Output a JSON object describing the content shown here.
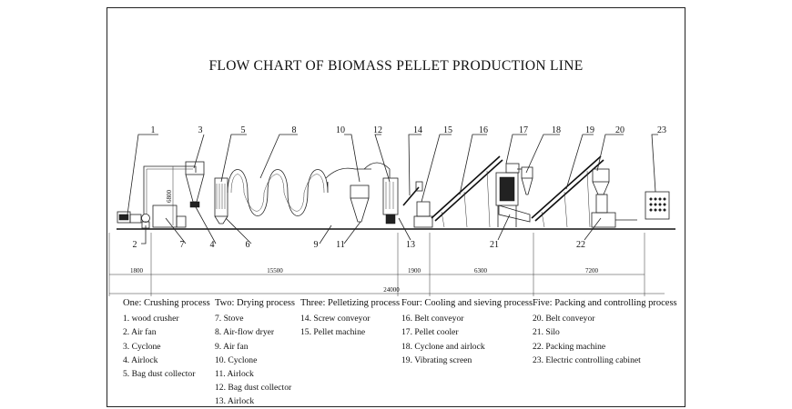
{
  "title": "FLOW CHART OF BIOMASS PELLET PRODUCTION LINE",
  "callouts": [
    "1",
    "2",
    "3",
    "4",
    "5",
    "6",
    "7",
    "8",
    "9",
    "10",
    "11",
    "12",
    "13",
    "14",
    "15",
    "16",
    "17",
    "18",
    "19",
    "20",
    "21",
    "22",
    "23"
  ],
  "height_dim": "6800",
  "dimensions": {
    "d1": "1800",
    "d2": "15500",
    "d3": "1900",
    "d4": "6300",
    "d5": "7200",
    "total": "24000"
  },
  "processes": [
    {
      "heading": "One: Crushing process",
      "items": [
        "1. wood crusher",
        "2. Air fan",
        "3. Cyclone",
        "4. Airlock",
        "5. Bag dust collector"
      ]
    },
    {
      "heading": "Two: Drying process",
      "items": [
        "7. Stove",
        "8. Air-flow dryer",
        "9. Air fan",
        "10. Cyclone",
        "11. Airlock",
        "12. Bag dust collector",
        "13. Airlock"
      ]
    },
    {
      "heading": "Three: Pelletizing process",
      "items": [
        "14. Screw conveyor",
        "15. Pellet machine"
      ]
    },
    {
      "heading": "Four: Cooling and sieving process",
      "items": [
        "16. Belt conveyor",
        "17. Pellet cooler",
        "18. Cyclone and airlock",
        "19. Vibrating screen"
      ]
    },
    {
      "heading": "Five: Packing and controlling process",
      "items": [
        "20. Belt conveyor",
        "21. Silo",
        "22. Packing machine",
        "23. Electric controlling cabinet"
      ]
    }
  ]
}
